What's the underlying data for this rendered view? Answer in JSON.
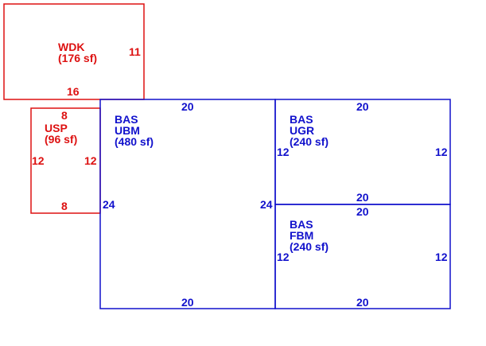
{
  "colors": {
    "addition": "#dd1111",
    "base": "#1111cc",
    "background": "#ffffff"
  },
  "areas": {
    "wdk": {
      "code": "WDK",
      "area": "(176 sf)",
      "dims": {
        "right": "11",
        "bottom": "16"
      }
    },
    "usp": {
      "code": "USP",
      "area": "(96 sf)",
      "dims": {
        "top": "8",
        "left": "12",
        "right": "12",
        "bottom": "8"
      }
    },
    "ubm": {
      "line1": "BAS",
      "line2": "UBM",
      "area": "(480 sf)",
      "dims": {
        "top": "20",
        "left": "24",
        "right": "24",
        "bottom": "20"
      }
    },
    "ugr": {
      "line1": "BAS",
      "line2": "UGR",
      "area": "(240 sf)",
      "dims": {
        "top": "20",
        "left": "12",
        "right": "12",
        "bottom": "20"
      }
    },
    "fbm": {
      "line1": "BAS",
      "line2": "FBM",
      "area": "(240 sf)",
      "dims": {
        "top": "20",
        "left": "12",
        "right": "12",
        "bottom": "20"
      }
    }
  }
}
